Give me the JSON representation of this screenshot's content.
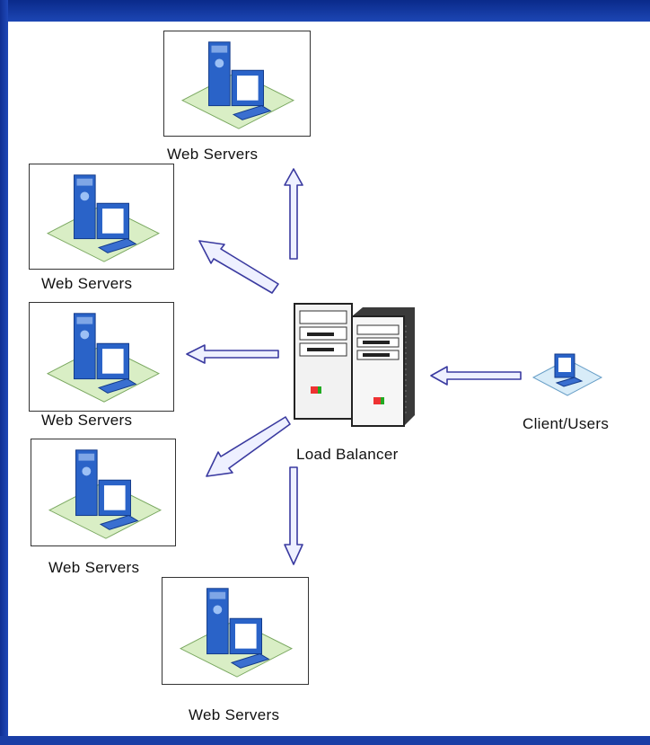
{
  "diagram": {
    "load_balancer_label": "Load Balancer",
    "client_label": "Client/Users",
    "server_labels": [
      "Web Servers",
      "Web Servers",
      "Web Servers",
      "Web Servers",
      "Web Servers"
    ]
  },
  "colors": {
    "frame": "#1a3ea6",
    "arrow_stroke": "#3a3aa0",
    "server_blue": "#2a63c8",
    "platform": "#d9eec5"
  },
  "icons": [
    "web-server-icon",
    "load-balancer-icon",
    "client-computer-icon",
    "arrow-icon"
  ]
}
